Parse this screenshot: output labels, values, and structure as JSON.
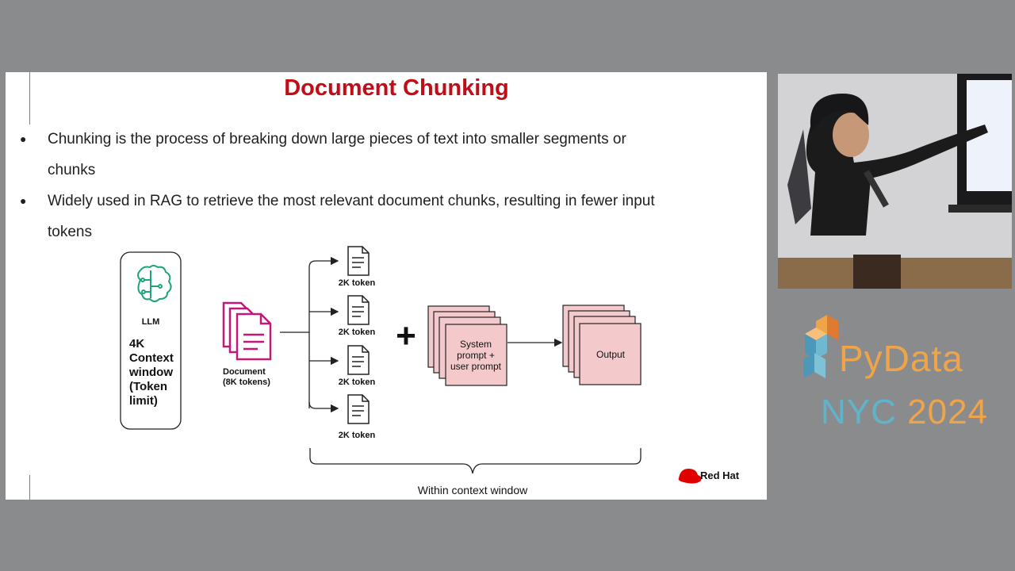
{
  "slide": {
    "title": "Document Chunking",
    "bullets": [
      "Chunking is the process of breaking down large pieces of text into smaller segments or chunks",
      "Widely used in RAG to retrieve the most relevant document chunks, resulting in fewer input tokens"
    ],
    "bullet_lines": [
      [
        "Chunking is the process of breaking down large pieces of text into smaller segments or",
        "chunks"
      ],
      [
        "Widely used in RAG to retrieve the most relevant document chunks, resulting in fewer input",
        "tokens"
      ]
    ],
    "diagram": {
      "llm_label": "LLM",
      "context_lines": [
        "4K",
        "Context",
        "window",
        "(Token",
        "limit)"
      ],
      "document_label_lines": [
        "Document",
        "(8K tokens)"
      ],
      "chunk_labels": [
        "2K token",
        "2K token",
        "2K token",
        "2K token"
      ],
      "plus_sign": "+",
      "prompt_label_lines": [
        "System",
        "prompt +",
        "user prompt"
      ],
      "output_label": "Output",
      "brace_label": "Within context window"
    },
    "logo_text": "Red Hat",
    "colors": {
      "title": "#c10d18",
      "document_icon": "#c2187a",
      "llm_icon": "#1fa37a",
      "card_fill": "#f4c9cc",
      "redhat": "#e00000"
    }
  },
  "overlay": {
    "brand": "PyData",
    "event_city": "NYC",
    "event_year": "2024",
    "colors": {
      "brand_orange": "#f0a44a",
      "brand_blue": "#5fb4c9"
    }
  },
  "video": {
    "icon": "presenter-video-feed"
  }
}
